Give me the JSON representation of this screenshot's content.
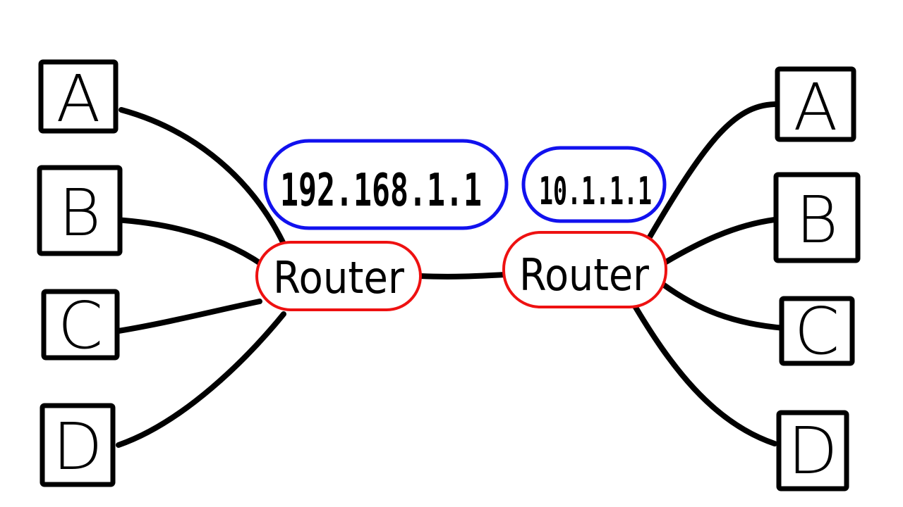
{
  "networks": [
    {
      "ip": "192.168.1.1",
      "router_label": "Router",
      "nodes": [
        "A",
        "B",
        "C",
        "D"
      ]
    },
    {
      "ip": "10.1.1.1",
      "router_label": "Router",
      "nodes": [
        "A",
        "B",
        "C",
        "D"
      ]
    }
  ],
  "colors": {
    "router_outline": "#ee1111",
    "ip_outline": "#1111ee",
    "link": "#000000",
    "box_outline": "#000000"
  }
}
